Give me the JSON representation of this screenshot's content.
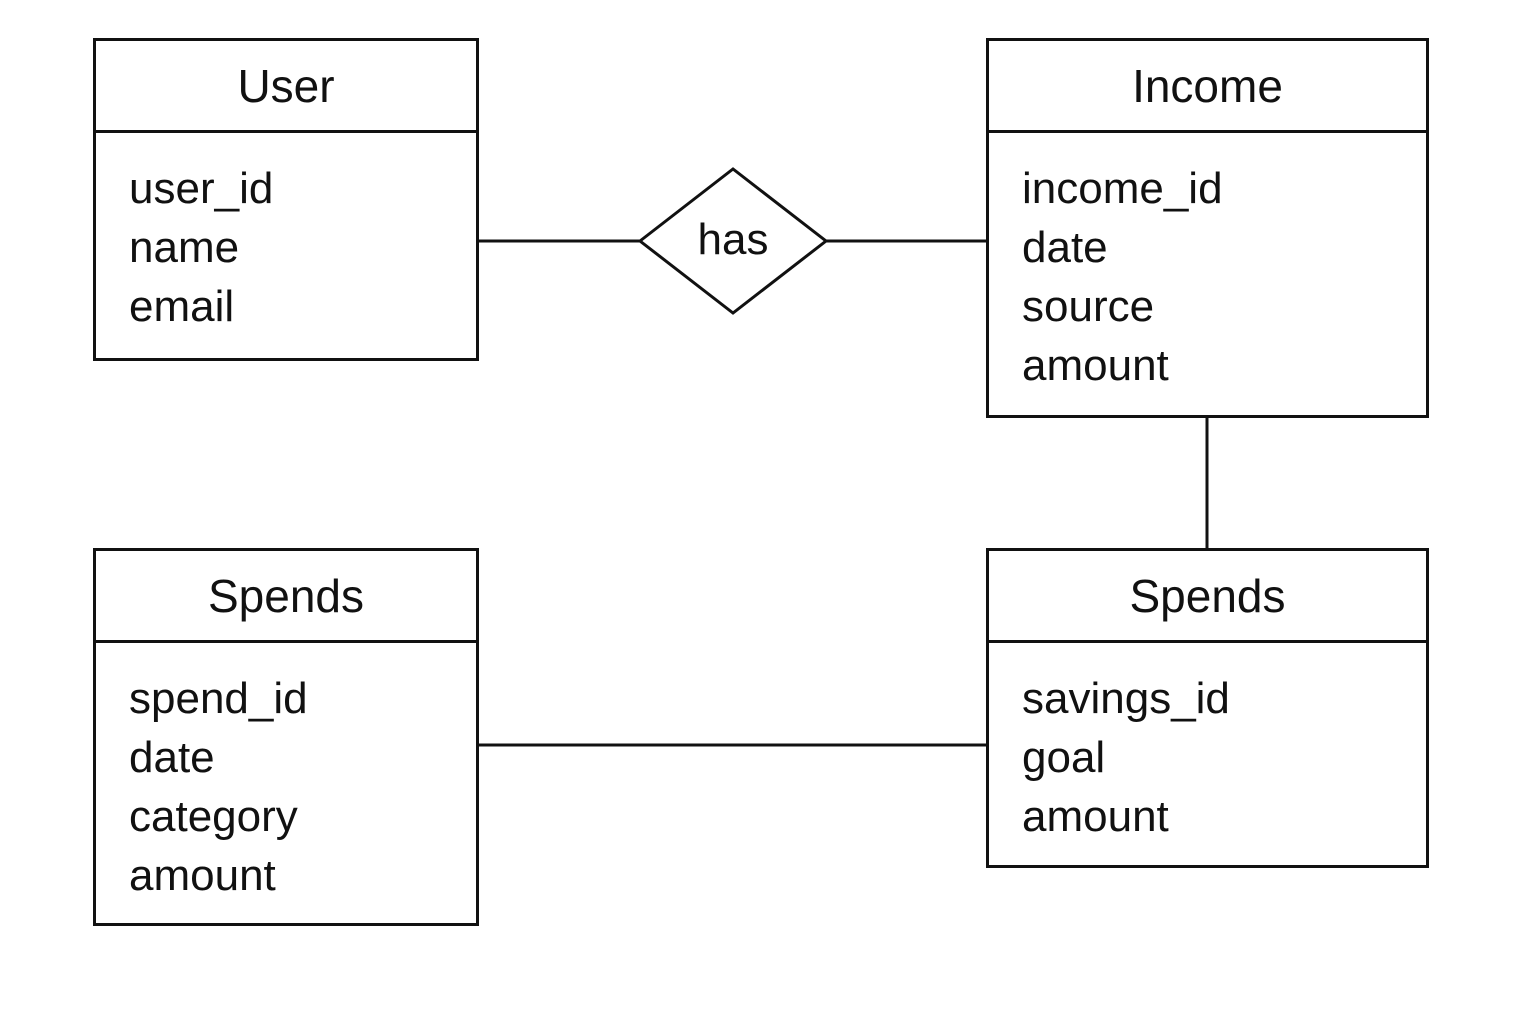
{
  "entities": {
    "user": {
      "title": "User",
      "attributes": [
        "user_id",
        "name",
        "email"
      ]
    },
    "income": {
      "title": "Income",
      "attributes": [
        "income_id",
        "date",
        "source",
        "amount"
      ]
    },
    "spends": {
      "title": "Spends",
      "attributes": [
        "spend_id",
        "date",
        "category",
        "amount"
      ]
    },
    "savings": {
      "title": "Spends",
      "attributes": [
        "savings_id",
        "goal",
        "amount"
      ]
    }
  },
  "relationships": {
    "user_income": {
      "label": "has"
    }
  },
  "colors": {
    "stroke": "#111111",
    "background": "#ffffff"
  }
}
